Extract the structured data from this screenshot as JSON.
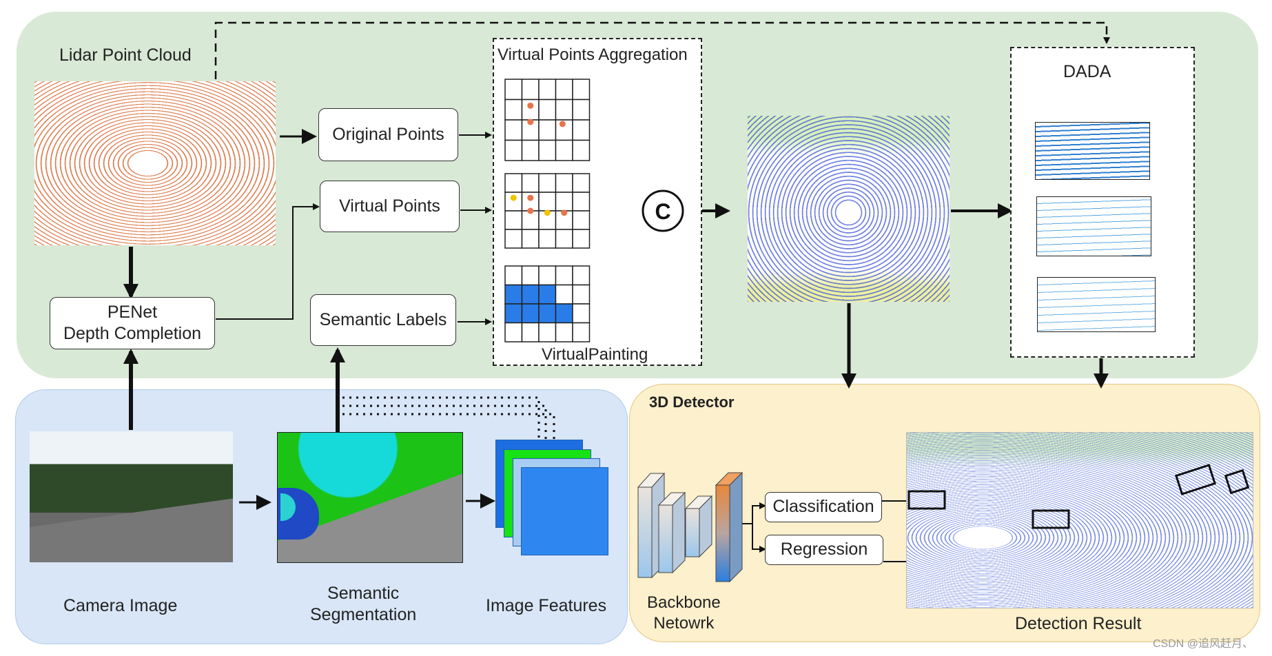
{
  "regions": {
    "lidar_label": "Lidar Point Cloud",
    "detector_label": "3D Detector"
  },
  "boxes": {
    "original_points": "Original Points",
    "virtual_points": "Virtual Points",
    "semantic_labels": "Semantic Labels",
    "penet_line1": "PENet",
    "penet_line2": "Depth Completion",
    "classification": "Classification",
    "regression": "Regression"
  },
  "aggregation": {
    "title": "Virtual Points Aggregation",
    "painting_label": "VirtualPainting",
    "concat_symbol": "C"
  },
  "dada": {
    "title": "DADA"
  },
  "labels": {
    "camera_image": "Camera Image",
    "semantic_segmentation_line1": "Semantic",
    "semantic_segmentation_line2": "Segmentation",
    "image_features": "Image Features",
    "backbone_line1": "Backbone",
    "backbone_line2": "Netowrk",
    "detection_result": "Detection Result"
  },
  "watermark": "CSDN @追风赶月、",
  "colors": {
    "lidar_region": "#d8e9d5",
    "camera_region": "#d8e6f7",
    "detector_region": "#fdf0cc",
    "original_point": "#e8744a",
    "virtual_point": "#f2c400",
    "semantic_fill": "#2a7de8"
  }
}
